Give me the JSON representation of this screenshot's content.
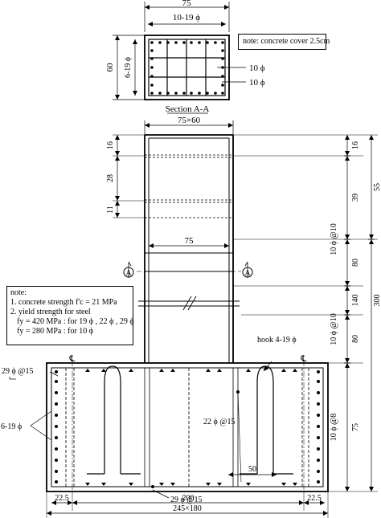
{
  "section": {
    "title": "Section A-A",
    "width_dim": "75",
    "top_bars": "10-19 ϕ",
    "height_dim": "60",
    "side_bars": "6-19 ϕ",
    "tie_label_1": "10 ϕ",
    "tie_label_2": "10 ϕ",
    "cover_note": "note: concrete cover 2.5cm"
  },
  "column": {
    "size": "75×60",
    "inner_width": "75",
    "section_marker": "A",
    "left_dims": [
      "16",
      "28",
      "11"
    ],
    "right_dims": [
      "16",
      "39",
      "80",
      "140",
      "80",
      "75"
    ],
    "outer_dims": [
      "55",
      "300"
    ],
    "tie_spacing_upper": "10 ϕ @10",
    "tie_spacing_lower": "10 ϕ @10",
    "tie_spacing_base": "10 ϕ @8"
  },
  "notes": {
    "lines": [
      "note:",
      "1. concrete strength  f'c = 21 MPa",
      "2. yield strength for steel",
      "fy = 420 MPa : for 19 ϕ , 22 ϕ , 29 ϕ",
      "fy = 280 MPa : for 10 ϕ"
    ]
  },
  "footing": {
    "top_bars": "29 ϕ @15",
    "side_bars": "6-19 ϕ",
    "hook": "hook 4-19 ϕ",
    "stirrups": "22 ϕ @15",
    "bottom_bars": "29 ϕ @15",
    "cl_mark": "℄",
    "dims": {
      "edge_left": "22.5",
      "middle": "200",
      "edge_right": "22.5",
      "overall": "245×180",
      "spacing": "50"
    }
  }
}
